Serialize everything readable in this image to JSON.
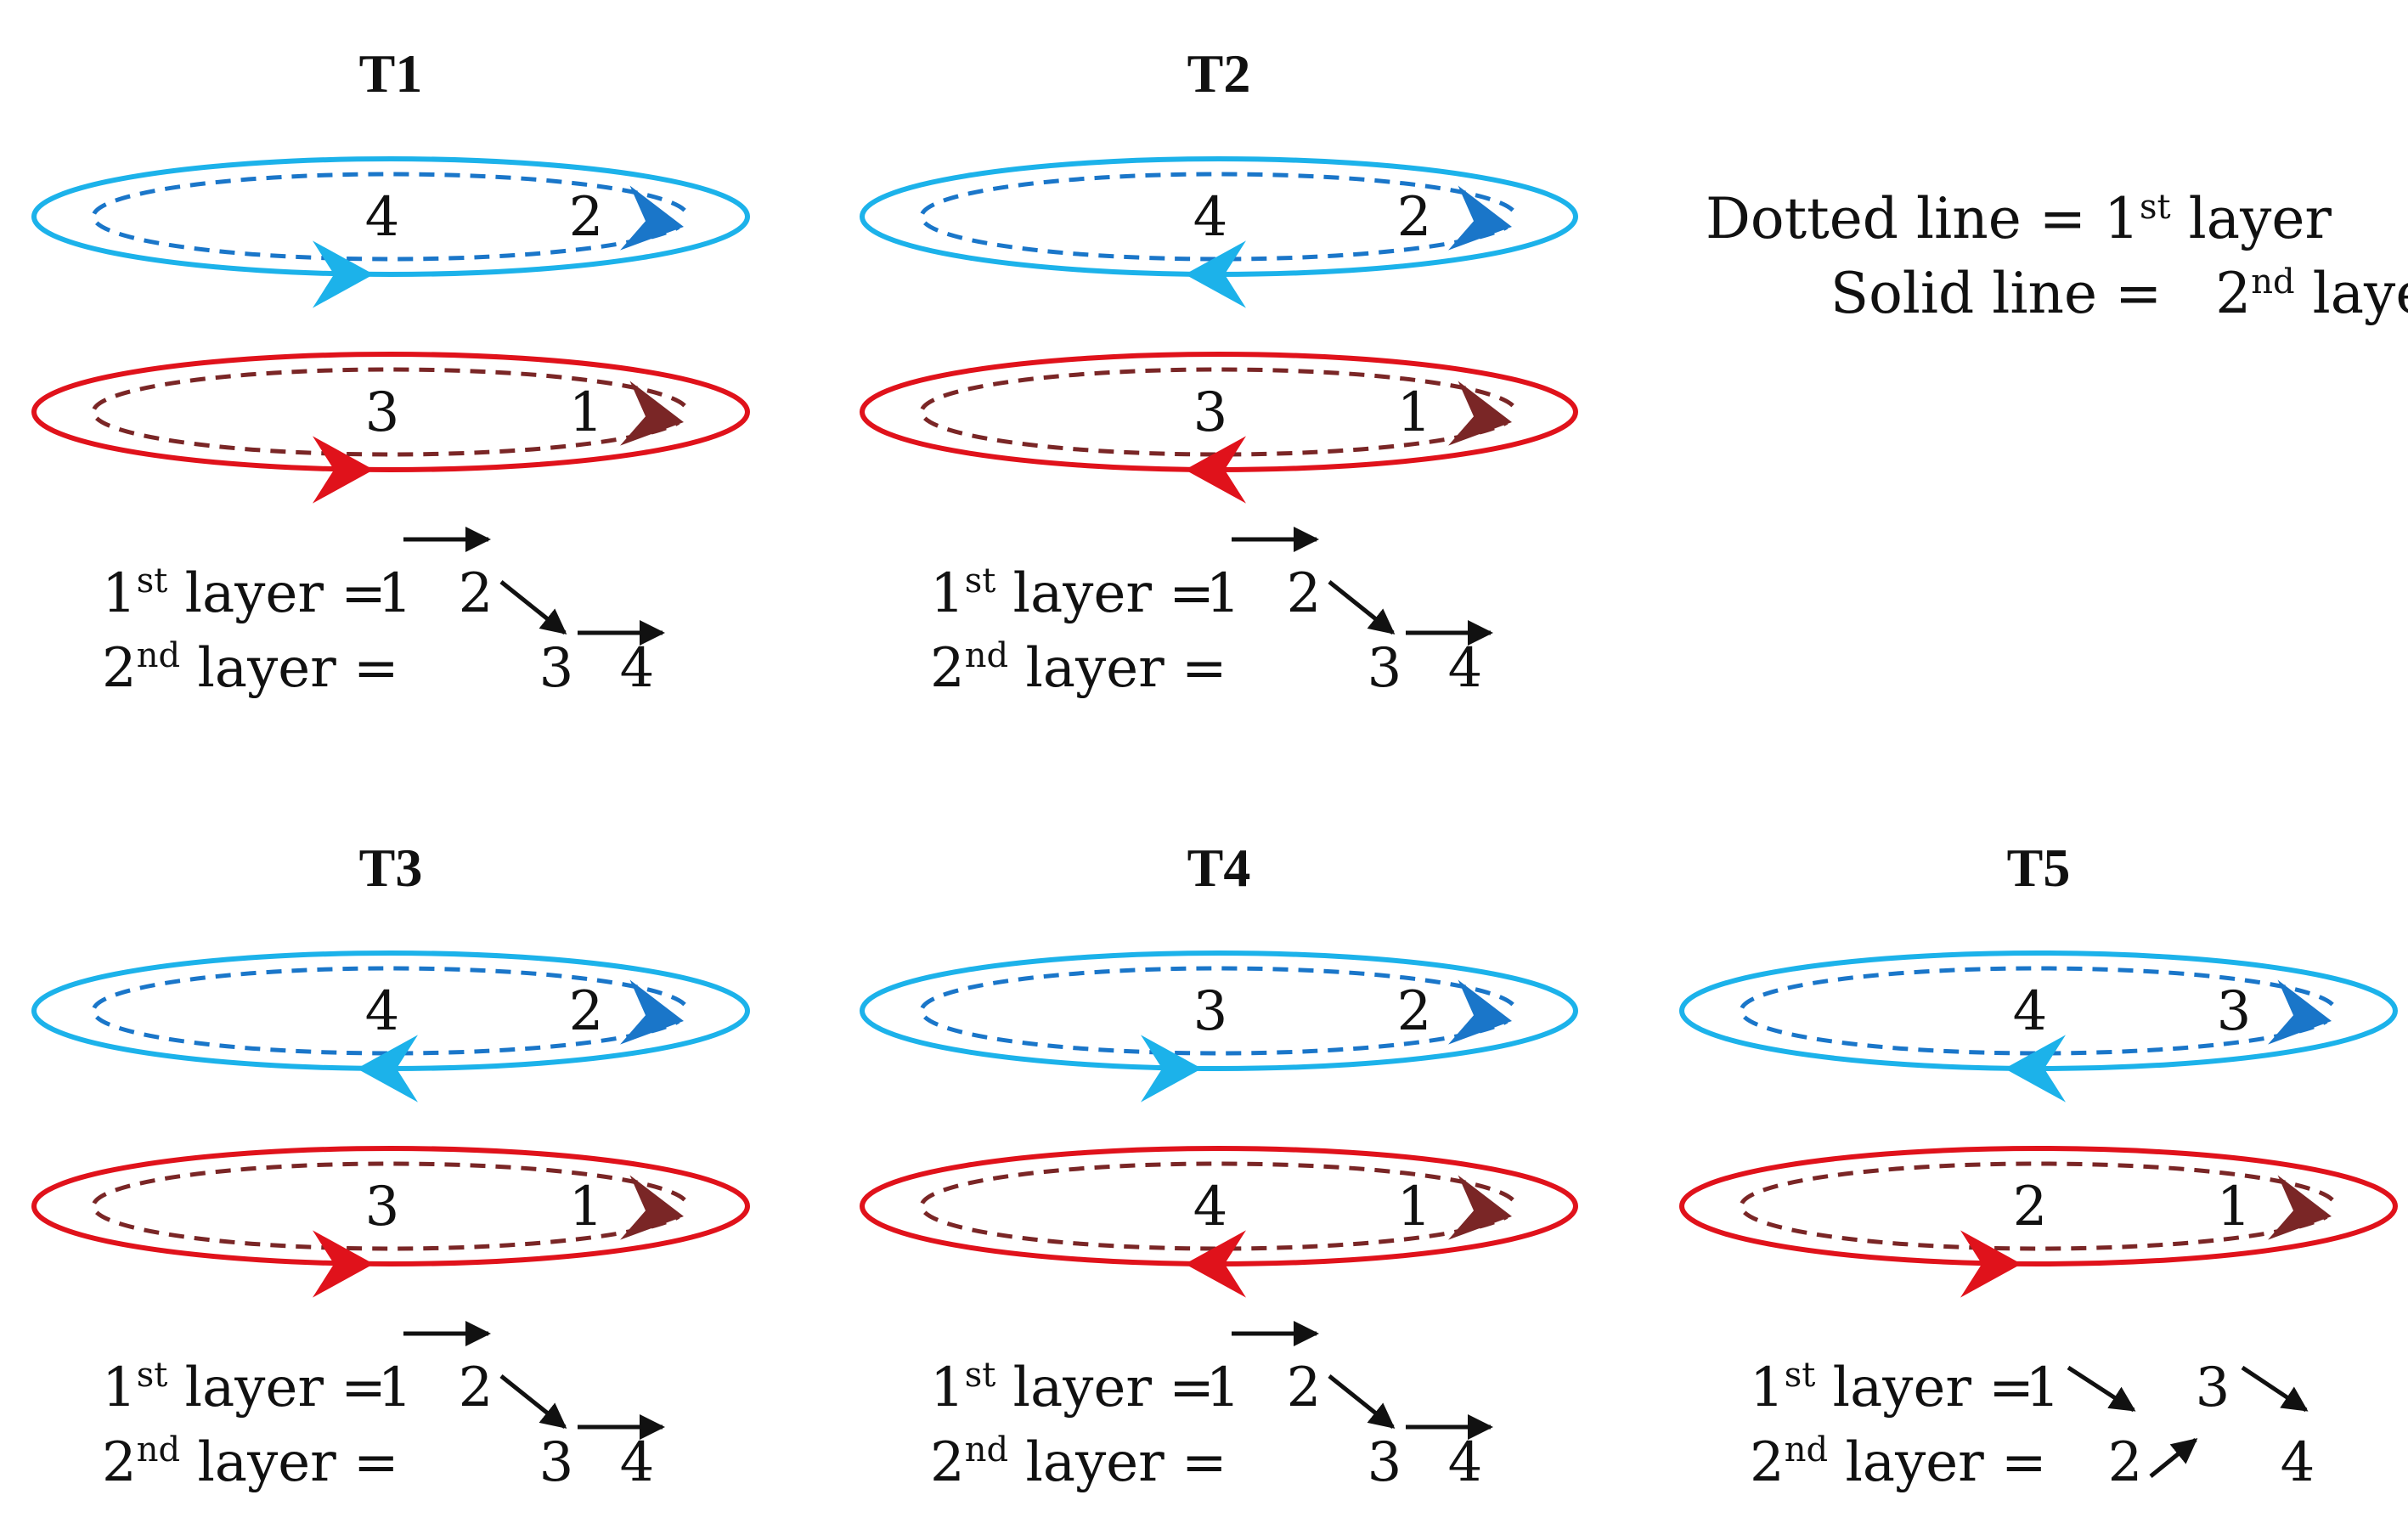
{
  "colors": {
    "blue_solid": "#1CB2EA",
    "blue_dashed": "#1A76C9",
    "red_solid": "#E0121B",
    "red_dashed": "#7A2626",
    "text": "#111111"
  },
  "legend": {
    "line1_prefix": "Dotted line = 1",
    "line1_sup": "st",
    "line1_suffix": " layer",
    "line2_prefix": "Solid line =   2",
    "line2_sup": "nd",
    "line2_suffix": " layer"
  },
  "order_labels": {
    "first": "1",
    "first_sup": "st",
    "first_rest": " layer =",
    "second": "2",
    "second_sup": "nd",
    "second_rest": " layer ="
  },
  "panels": [
    {
      "title": "T1",
      "blue": {
        "left": "4",
        "right": "2",
        "solid_dir": "right"
      },
      "red": {
        "left": "3",
        "right": "1",
        "solid_dir": "right"
      },
      "order": {
        "l1": [
          "1",
          "2"
        ],
        "l2": [
          "3",
          "4"
        ]
      }
    },
    {
      "title": "T2",
      "blue": {
        "left": "4",
        "right": "2",
        "solid_dir": "left"
      },
      "red": {
        "left": "3",
        "right": "1",
        "solid_dir": "left"
      },
      "order": {
        "l1": [
          "1",
          "2"
        ],
        "l2": [
          "3",
          "4"
        ]
      }
    },
    {
      "title": "T3",
      "blue": {
        "left": "4",
        "right": "2",
        "solid_dir": "left"
      },
      "red": {
        "left": "3",
        "right": "1",
        "solid_dir": "right"
      },
      "order": {
        "l1": [
          "1",
          "2"
        ],
        "l2": [
          "3",
          "4"
        ]
      }
    },
    {
      "title": "T4",
      "blue": {
        "left": "3",
        "right": "2",
        "solid_dir": "right"
      },
      "red": {
        "left": "4",
        "right": "1",
        "solid_dir": "left"
      },
      "order": {
        "l1": [
          "1",
          "2"
        ],
        "l2": [
          "3",
          "4"
        ]
      }
    },
    {
      "title": "T5",
      "blue": {
        "left": "4",
        "right": "3",
        "solid_dir": "left"
      },
      "red": {
        "left": "2",
        "right": "1",
        "solid_dir": "right"
      },
      "order": {
        "l1": [
          "1",
          "3"
        ],
        "l2": [
          "2",
          "4"
        ]
      }
    }
  ]
}
